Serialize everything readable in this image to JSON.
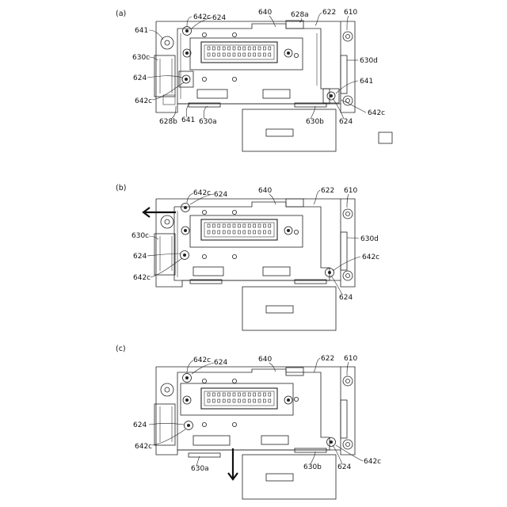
{
  "panels": [
    {
      "id": "a",
      "label": "(a)",
      "labels": [
        "642c",
        "624",
        "640",
        "628a",
        "622",
        "610",
        "641",
        "630c",
        "630d",
        "624",
        "641",
        "642c",
        "624",
        "642c",
        "628b",
        "641",
        "630a",
        "630b",
        "624",
        "642c"
      ]
    },
    {
      "id": "b",
      "label": "(b)",
      "labels": [
        "642c",
        "624",
        "640",
        "622",
        "610",
        "630c",
        "630d",
        "624",
        "642c",
        "642c",
        "624"
      ]
    },
    {
      "id": "c",
      "label": "(c)",
      "labels": [
        "642c",
        "624",
        "640",
        "622",
        "610",
        "624",
        "642c",
        "630a",
        "630b",
        "624",
        "642c"
      ]
    }
  ]
}
